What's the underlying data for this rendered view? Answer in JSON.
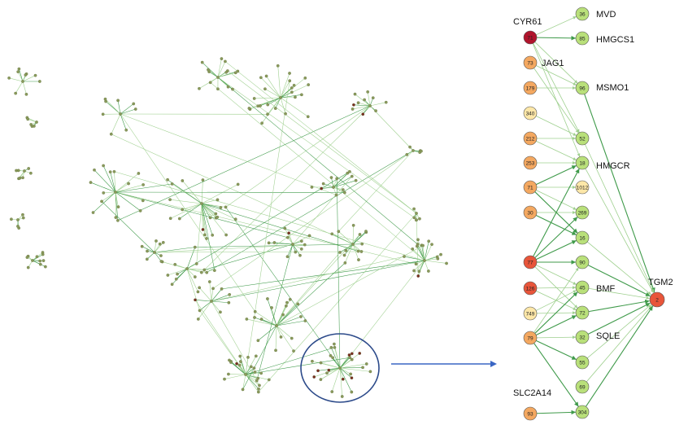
{
  "colors": {
    "edge": "#3f9a4a",
    "edge_light": "#9fd08f",
    "overview_node": "#8a9a5b",
    "overview_node_dark": "#7a2b1f",
    "highlight_ring": "#2c4a8a",
    "arrow": "#3a66c4",
    "level_high": "#b0142c",
    "level_red": "#e8553a",
    "level_orange": "#f4a860",
    "level_pale": "#fde7a8",
    "level_green": "#b9e07a"
  },
  "detail": {
    "source_nodes": [
      {
        "id": "s_cyr61",
        "label": "71",
        "level": "high"
      },
      {
        "id": "s73",
        "label": "73",
        "level": "orange"
      },
      {
        "id": "s179",
        "label": "179",
        "level": "orange"
      },
      {
        "id": "s340",
        "label": "340",
        "level": "pale"
      },
      {
        "id": "s212",
        "label": "212",
        "level": "orange"
      },
      {
        "id": "s253",
        "label": "253",
        "level": "orange"
      },
      {
        "id": "s71",
        "label": "71",
        "level": "orange"
      },
      {
        "id": "s30",
        "label": "30",
        "level": "orange"
      },
      {
        "id": "s77",
        "label": "77",
        "level": "red"
      },
      {
        "id": "s126",
        "label": "126",
        "level": "red"
      },
      {
        "id": "s749",
        "label": "749",
        "level": "pale"
      },
      {
        "id": "s79",
        "label": "79",
        "level": "orange"
      },
      {
        "id": "s93",
        "label": "93",
        "level": "orange"
      }
    ],
    "target_nodes": [
      {
        "id": "t36",
        "label": "36",
        "level": "green"
      },
      {
        "id": "t85",
        "label": "85",
        "level": "green"
      },
      {
        "id": "t96",
        "label": "96",
        "level": "green"
      },
      {
        "id": "t52",
        "label": "52",
        "level": "green"
      },
      {
        "id": "t18",
        "label": "18",
        "level": "green"
      },
      {
        "id": "t1012",
        "label": "1012",
        "level": "pale"
      },
      {
        "id": "t269",
        "label": "269",
        "level": "green"
      },
      {
        "id": "t16",
        "label": "16",
        "level": "green"
      },
      {
        "id": "t90",
        "label": "90",
        "level": "green"
      },
      {
        "id": "t45",
        "label": "45",
        "level": "green"
      },
      {
        "id": "t72",
        "label": "72",
        "level": "green"
      },
      {
        "id": "t32",
        "label": "32",
        "level": "green"
      },
      {
        "id": "t55",
        "label": "55",
        "level": "green"
      },
      {
        "id": "t69",
        "label": "69",
        "level": "green"
      },
      {
        "id": "t304",
        "label": "304",
        "level": "green"
      }
    ],
    "hub_node": {
      "id": "tgm2",
      "label": "2",
      "level": "red"
    },
    "gene_labels": {
      "cyr61": "CYR61",
      "jag1": "JAG1",
      "slc2a14": "SLC2A14",
      "mvd": "MVD",
      "hmgcs1": "HMGCS1",
      "msmo1": "MSMO1",
      "hmgcr": "HMGCR",
      "bmf": "BMF",
      "sqle": "SQLE",
      "tgm2": "TGM2"
    }
  }
}
